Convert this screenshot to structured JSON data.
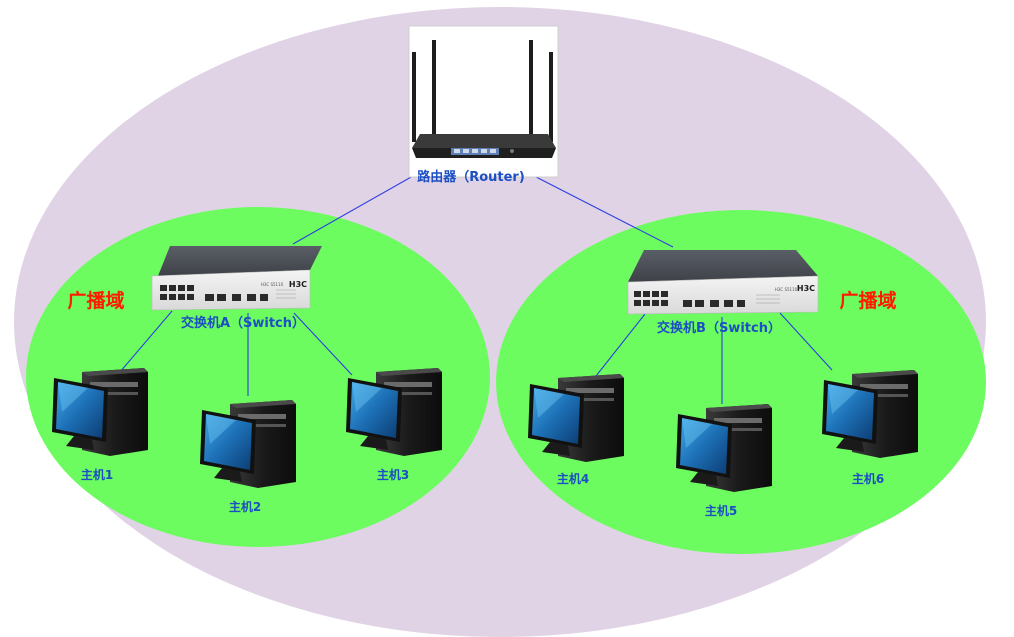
{
  "router": {
    "label": "路由器（Router)"
  },
  "domains": [
    {
      "label": "广播域"
    },
    {
      "label": "广播域"
    }
  ],
  "switches": [
    {
      "label": "交换机A（Switch）",
      "brand": "H3C",
      "model": "H3C S5110"
    },
    {
      "label": "交换机B（Switch）",
      "brand": "H3C",
      "model": "H3C S5110"
    }
  ],
  "hosts": [
    {
      "label": "主机1"
    },
    {
      "label": "主机2"
    },
    {
      "label": "主机3"
    },
    {
      "label": "主机4"
    },
    {
      "label": "主机5"
    },
    {
      "label": "主机6"
    }
  ],
  "colors": {
    "outer_domain": "#e0d3e6",
    "broadcast_domain": "#6dfc5f",
    "link": "#2d3ee0",
    "label_blue": "#1c4fc3",
    "label_red": "#ff1a00"
  }
}
